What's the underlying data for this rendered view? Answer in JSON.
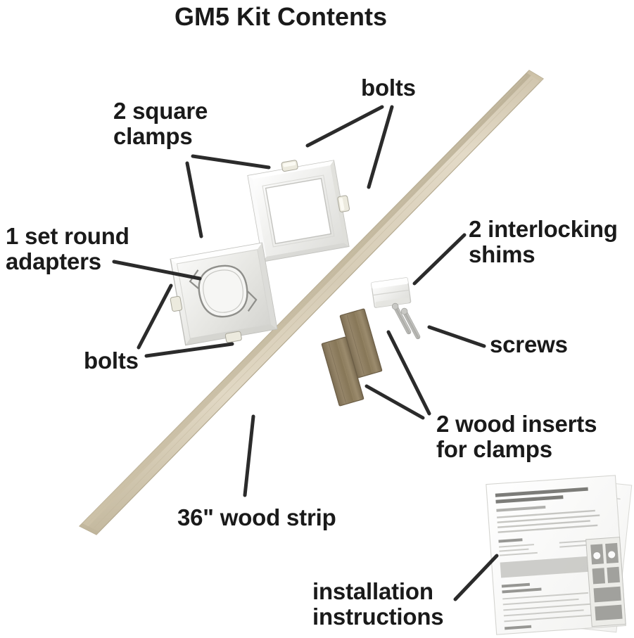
{
  "title": "GM5 Kit Contents",
  "background_color": "#ffffff",
  "text_color": "#1a1a1a",
  "leader_line_color": "#2b2b2b",
  "labels": {
    "square_clamps": "2 square\nclamps",
    "bolts_top": "bolts",
    "round_adapters": "1 set round\nadapters",
    "bolts_bottom": "bolts",
    "interlocking_shims": "2 interlocking\nshims",
    "screws": "screws",
    "wood_inserts": "2 wood inserts\nfor clamps",
    "wood_strip": "36\" wood strip",
    "installation_instructions": "installation\ninstructions"
  },
  "parts": {
    "wood_strip": {
      "name": "36\" wood strip",
      "color": "#d9cfba",
      "edge_color": "#bfb59d",
      "quantity": 1
    },
    "square_clamp": {
      "name": "square clamp",
      "color": "#f2f2f0",
      "edge_color": "#c9c9c6",
      "quantity": 2
    },
    "round_adapter": {
      "name": "round adapter set",
      "color": "#eeeeec",
      "edge_color": "#c4c4c0",
      "quantity": 1
    },
    "bolt": {
      "name": "bolt",
      "color": "#e8e6dd",
      "quantity": 4
    },
    "interlocking_shim": {
      "name": "interlocking shim",
      "color": "#f4f4f2",
      "edge_color": "#cfcfcb",
      "quantity": 2
    },
    "screw": {
      "name": "screw",
      "color": "#b8b8b4",
      "quantity": 2
    },
    "wood_insert": {
      "name": "wood insert for clamp",
      "color": "#8d7d61",
      "edge_color": "#6e6049",
      "quantity": 2
    },
    "instruction_sheet": {
      "name": "installation instruction sheet",
      "color": "#fbfbfa",
      "text_color": "#9a9a9a",
      "quantity": 2
    }
  }
}
